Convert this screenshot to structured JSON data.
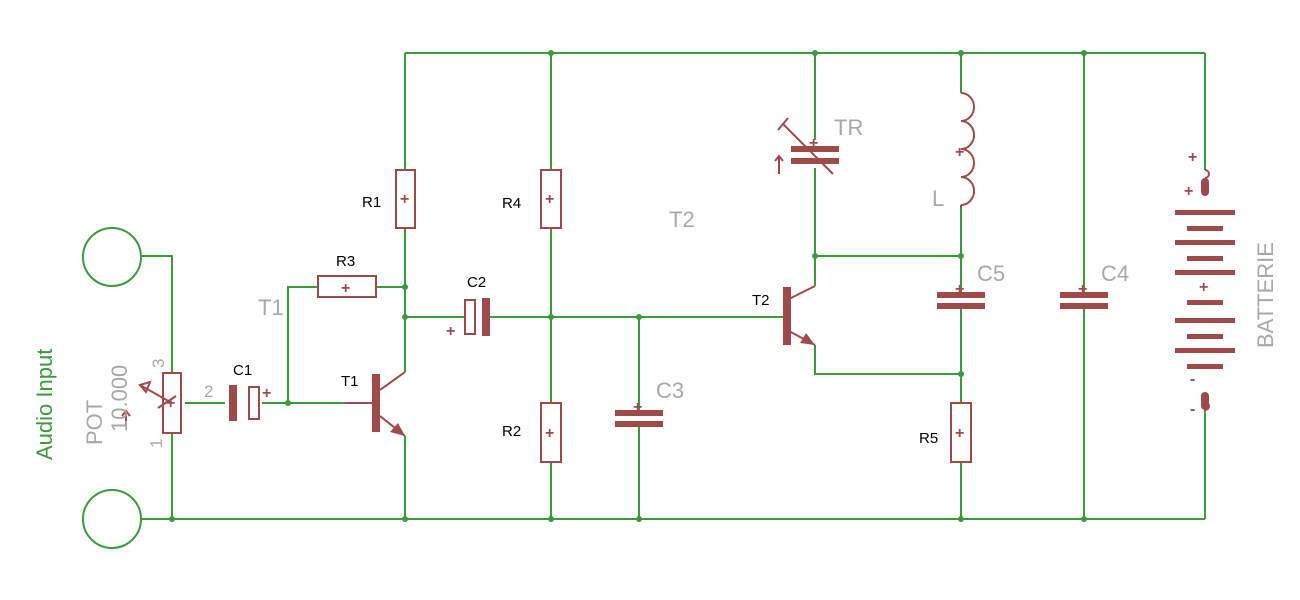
{
  "labels": {
    "R1": "R1",
    "R2": "R2",
    "R3": "R3",
    "R4": "R4",
    "R5": "R5",
    "C1": "C1",
    "C2": "C2",
    "C3": "C3",
    "C4": "C4",
    "C5": "C5",
    "T1_part": "T1",
    "T1_value": "T1",
    "T2_part": "T2",
    "T2_value": "T2",
    "TR": "TR",
    "L": "L",
    "POT_name": "POT",
    "POT_value": "10.000",
    "pin1": "1",
    "pin2": "2",
    "pin3": "3",
    "audio_input": "Audio Input",
    "battery": "BATTERIE",
    "plus": "+",
    "minus": "-"
  },
  "colors": {
    "wire": "#3c9a3c",
    "component": "#9e4a4a",
    "value_text": "#a8a8a8",
    "part_text": "#000000"
  }
}
